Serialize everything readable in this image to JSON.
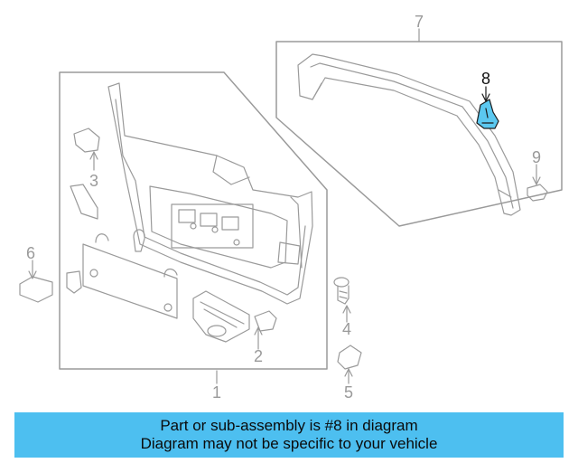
{
  "diagram": {
    "callouts": [
      "1",
      "2",
      "3",
      "4",
      "5",
      "6",
      "7",
      "8",
      "9"
    ],
    "highlighted_part": "8",
    "highlight_color": "#5bc8f0"
  },
  "banner": {
    "line1": "Part or sub-assembly is #8 in diagram",
    "line2": "Diagram may not be specific to your vehicle",
    "background": "#4dbff0"
  }
}
